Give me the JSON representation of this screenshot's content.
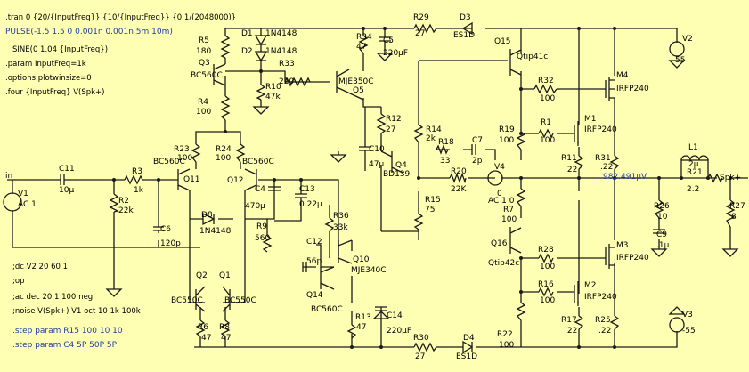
{
  "directives": {
    "tran": ".tran 0 {20/{InputFreq}} {10/{InputFreq}} {0.1/(2048000)}",
    "pulse": "PULSE(-1.5 1.5 0 0.001n 0.001n 5m 10m)",
    "sine": "SINE(0 1.04 {InputFreq})",
    "param": ".param InputFreq=1k",
    "options": ".options plotwinsize=0",
    "four": ".four {InputFreq} V(Spk+)",
    "dc": ";dc V2 20 60 1",
    "op": ";op",
    "ac": ";ac dec 20 1 100meg",
    "noise": ";noise V(Spk+) V1 oct 10 1k 100k",
    "step1": ".step param R15 100 10 10",
    "step2": ".step param C4 5P 50P 5P"
  },
  "nets": {
    "in": "in",
    "spk": "Spk+"
  },
  "probe": "982.491µV",
  "components": {
    "V1": {
      "ref": "V1",
      "val": "AC 1"
    },
    "V2": {
      "ref": "V2",
      "val": "55"
    },
    "V3": {
      "ref": "V3",
      "val": "-55"
    },
    "V4": {
      "ref": "V4",
      "val": "0",
      "ac": "AC  1 0"
    },
    "C11": {
      "ref": "C11",
      "val": "10µ"
    },
    "R2": {
      "ref": "R2",
      "val": "22k"
    },
    "R3": {
      "ref": "R3",
      "val": "1k"
    },
    "C6": {
      "ref": "C6",
      "val": "120p"
    },
    "R5": {
      "ref": "R5",
      "val": "180"
    },
    "Q3": {
      "ref": "Q3",
      "val": "BC560C"
    },
    "D1": {
      "ref": "D1",
      "val": "1N4148"
    },
    "D2": {
      "ref": "D2",
      "val": "1N4148"
    },
    "R33": {
      "ref": "R33",
      "val": "220"
    },
    "R10": {
      "ref": "R10",
      "val": "47k"
    },
    "R4": {
      "ref": "R4",
      "val": "100"
    },
    "R34": {
      "ref": "R34",
      "val": "47"
    },
    "C5": {
      "ref": "C5",
      "val": "220µF"
    },
    "Q5": {
      "ref": "Q5",
      "val": "MJE350C"
    },
    "R29": {
      "ref": "R29",
      "val": "27"
    },
    "D3": {
      "ref": "D3",
      "val": "ES1D"
    },
    "Q15": {
      "ref": "Q15",
      "val": "Qtip41c"
    },
    "R23": {
      "ref": "R23",
      "val": "100"
    },
    "Q11": {
      "ref": "Q11",
      "val": "BC560C"
    },
    "R24": {
      "ref": "R24",
      "val": "100"
    },
    "Q12": {
      "ref": "Q12",
      "val": "BC560C"
    },
    "D8": {
      "ref": "D8",
      "val": "1N4148"
    },
    "C4": {
      "ref": "C4",
      "val": "470µ"
    },
    "C13": {
      "ref": "C13",
      "val": "0.22µ"
    },
    "R9": {
      "ref": "R9",
      "val": "560"
    },
    "R12": {
      "ref": "R12",
      "val": "27"
    },
    "C10": {
      "ref": "C10",
      "val": "47µ"
    },
    "Q4": {
      "ref": "Q4",
      "val": "BD139"
    },
    "R14": {
      "ref": "R14",
      "val": "2k"
    },
    "R18": {
      "ref": "R18",
      "val": "33"
    },
    "C7": {
      "ref": "C7",
      "val": "2p"
    },
    "R20": {
      "ref": "R20",
      "val": "22K"
    },
    "R15": {
      "ref": "R15",
      "val": "75"
    },
    "R7": {
      "ref": "R7",
      "val": "100"
    },
    "R19": {
      "ref": "R19",
      "val": "100"
    },
    "R32": {
      "ref": "R32",
      "val": "100"
    },
    "R1": {
      "ref": "R1",
      "val": "100"
    },
    "M4": {
      "ref": "M4",
      "val": "IRFP240"
    },
    "M1": {
      "ref": "M1",
      "val": "IRFP240"
    },
    "R11": {
      "ref": "R11",
      "val": ".22"
    },
    "R31": {
      "ref": "R31",
      "val": ".22"
    },
    "L1": {
      "ref": "L1",
      "val": "2µ"
    },
    "R21": {
      "ref": "R21",
      "val": "2.2"
    },
    "R26": {
      "ref": "R26",
      "val": "10"
    },
    "C9": {
      "ref": "C9",
      "val": ".1µ"
    },
    "R27": {
      "ref": "R27",
      "val": "8"
    },
    "Q16": {
      "ref": "Q16",
      "val": "Qtip42c"
    },
    "R28": {
      "ref": "R28",
      "val": "100"
    },
    "M3": {
      "ref": "M3",
      "val": "IRFP240"
    },
    "R16": {
      "ref": "R16",
      "val": "100"
    },
    "M2": {
      "ref": "M2",
      "val": "IRFP240"
    },
    "R17": {
      "ref": "R17",
      "val": ".22"
    },
    "R25": {
      "ref": "R25",
      "val": ".22"
    },
    "R22": {
      "ref": "R22",
      "val": "100"
    },
    "R36": {
      "ref": "R36",
      "val": "33k"
    },
    "C12": {
      "ref": "C12",
      "val": "56p"
    },
    "Q10": {
      "ref": "Q10",
      "val": "MJE340C"
    },
    "Q14": {
      "ref": "Q14",
      "val": "BC560C"
    },
    "Q2": {
      "ref": "Q2",
      "val": "BC550C"
    },
    "Q1": {
      "ref": "Q1",
      "val": "BC550C"
    },
    "R6": {
      "ref": "R6",
      "val": "47"
    },
    "R8": {
      "ref": "R8",
      "val": "47"
    },
    "R13": {
      "ref": "R13",
      "val": "47"
    },
    "C14": {
      "ref": "C14",
      "val": "220µF"
    },
    "R30": {
      "ref": "R30",
      "val": "27"
    },
    "D4": {
      "ref": "D4",
      "val": "ES1D"
    }
  }
}
